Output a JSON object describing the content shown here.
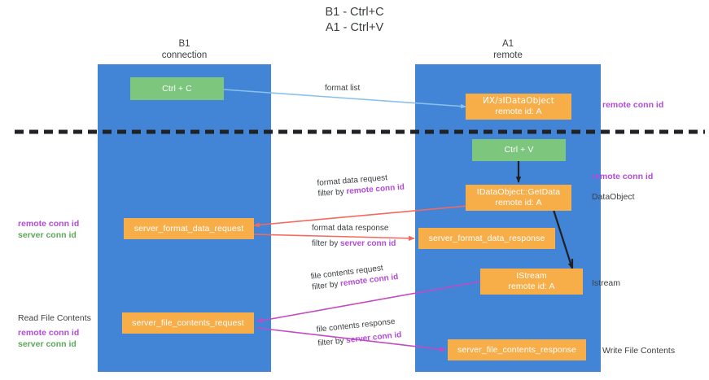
{
  "title": {
    "line1": "B1 - Ctrl+C",
    "line2": "A1 - Ctrl+V"
  },
  "columns": [
    {
      "name": "B1",
      "sub": "connection"
    },
    {
      "name": "A1",
      "sub": "remote"
    }
  ],
  "colors": {
    "lane": "#4285d6",
    "green_node": "#7dc67d",
    "orange_node": "#f7ad48",
    "text_dark": "#3c4043",
    "purple": "#b24bd6",
    "green_text": "#5aa85a",
    "arrow_blue": "#8bc0e8",
    "arrow_black": "#202124",
    "arrow_red": "#f4695c",
    "arrow_magenta": "#c24bc2",
    "divider": "#202124"
  },
  "nodes": {
    "ctrl_c": {
      "label": "Ctrl + C"
    },
    "ctrl_v": {
      "label": "Ctrl + V"
    },
    "remote_dataobject": {
      "line1": "ИХ/зIDataObject",
      "line2": "remote id: A"
    },
    "getdata": {
      "line1": "IDataObject::GetData",
      "line2": "remote id: A"
    },
    "istream": {
      "line1": "IStream",
      "line2": "remote id: A"
    },
    "server_format_data_request": {
      "line1": "server_format_data_request"
    },
    "server_format_data_response": {
      "line1": "server_format_data_response"
    },
    "server_file_contents_request": {
      "line1": "server_file_contents_request"
    },
    "server_file_contents_response": {
      "line1": "server_file_contents_response"
    }
  },
  "edges": {
    "format_list": {
      "line1": "format list"
    },
    "format_data_request": {
      "line1": "format data request",
      "filter_prefix": "filter by ",
      "filter_key": "remote conn id"
    },
    "format_data_response": {
      "line1": "format data response",
      "filter_prefix": "filter by ",
      "filter_key": "server conn id"
    },
    "file_contents_request": {
      "line1": "file contents request",
      "filter_prefix": "filter by ",
      "filter_key": "remote conn id"
    },
    "file_contents_response": {
      "line1": "file contents response",
      "filter_prefix": "filter by ",
      "filter_key": "server conn id"
    }
  },
  "annotations": {
    "right_remote_conn_id_top": "remote conn id",
    "right_remote_conn_id_mid": "remote conn id",
    "right_dataobject": "DataObject",
    "right_istream": "Istream",
    "right_write_file_contents": "Write File Contents",
    "left_remote_conn_id": "remote conn id",
    "left_server_conn_id": "server conn id",
    "left_read_file_contents": "Read File Contents",
    "left_remote_conn_id_2": "remote conn id",
    "left_server_conn_id_2": "server conn id"
  }
}
